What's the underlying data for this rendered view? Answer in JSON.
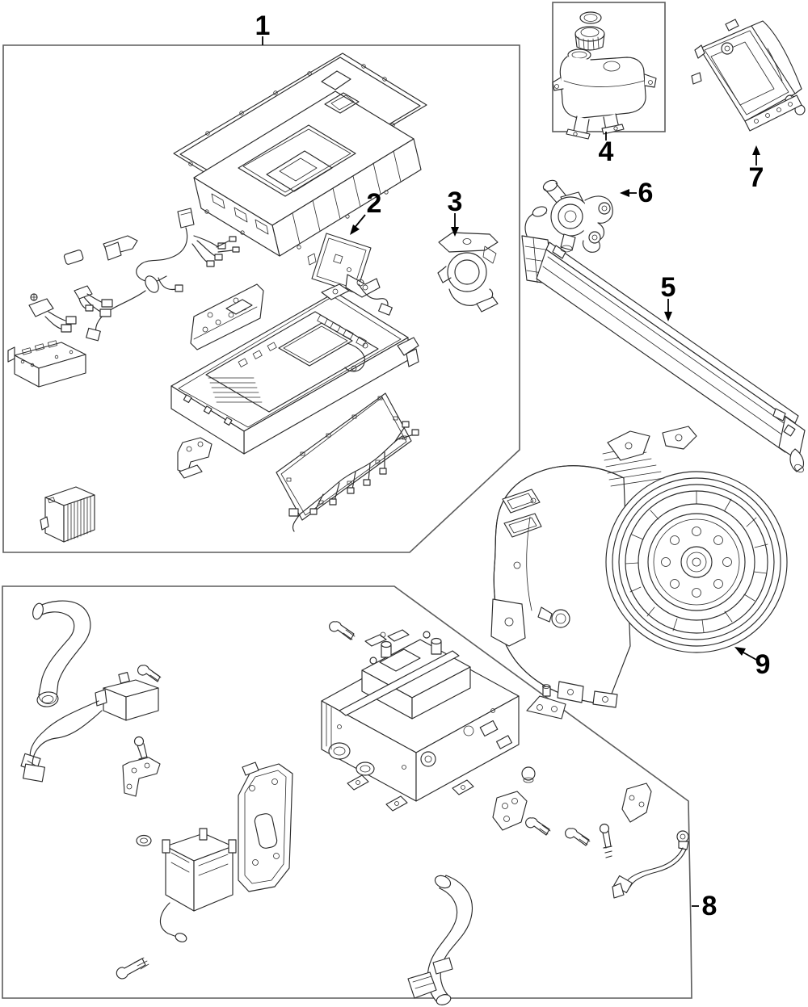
{
  "diagram_type": "exploded-parts-diagram",
  "colors": {
    "background": "#ffffff",
    "line": "#2b2b2b",
    "box_border": "#5c5c5c",
    "label": "#000000"
  },
  "callouts": [
    {
      "label": "1"
    },
    {
      "label": "2"
    },
    {
      "label": "3"
    },
    {
      "label": "4"
    },
    {
      "label": "5"
    },
    {
      "label": "6"
    },
    {
      "label": "7"
    },
    {
      "label": "8"
    },
    {
      "label": "9"
    }
  ]
}
